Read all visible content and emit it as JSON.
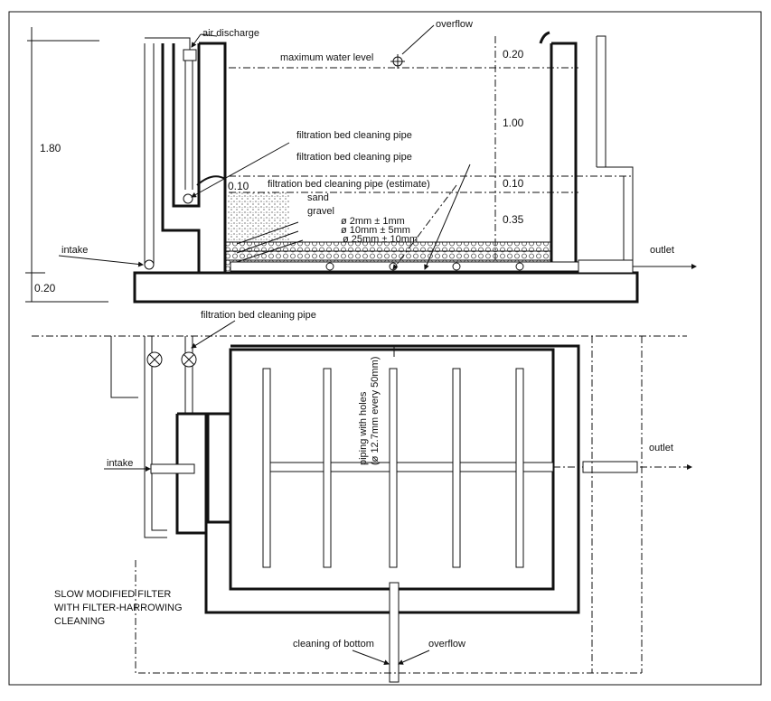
{
  "section": {
    "labels": {
      "air_discharge": "air discharge",
      "overflow": "overflow",
      "max_water_level": "maximum water level",
      "cleaning_pipe_1": "filtration bed cleaning pipe",
      "cleaning_pipe_2": "filtration bed cleaning pipe",
      "cleaning_pipe_estimate": "filtration bed cleaning pipe (estimate)",
      "sand": "sand",
      "gravel": "gravel",
      "gravel_1": "ø  2mm ± 1mm",
      "gravel_2": "ø 10mm ± 5mm",
      "gravel_3": "ø 25mm ± 10mm",
      "intake": "intake",
      "outlet": "outlet"
    },
    "dimensions": {
      "total_height": "1.80",
      "base": "0.20",
      "freeboard": "0.20",
      "water_depth": "1.00",
      "supernatant_gap_left": "0.10",
      "supernatant_gap_right": "0.10",
      "bed": "0.35"
    }
  },
  "plan": {
    "labels": {
      "cleaning_pipe": "filtration bed cleaning pipe",
      "intake": "intake",
      "outlet": "outlet",
      "piping_line1": "piping with holes",
      "piping_line2": "(ø 12.7mm every 50mm)",
      "cleaning_of_bottom": "cleaning of bottom",
      "overflow": "overflow"
    },
    "caption": [
      "SLOW MODIFIED FILTER",
      "WITH FILTER-HARROWING",
      "CLEANING"
    ]
  }
}
